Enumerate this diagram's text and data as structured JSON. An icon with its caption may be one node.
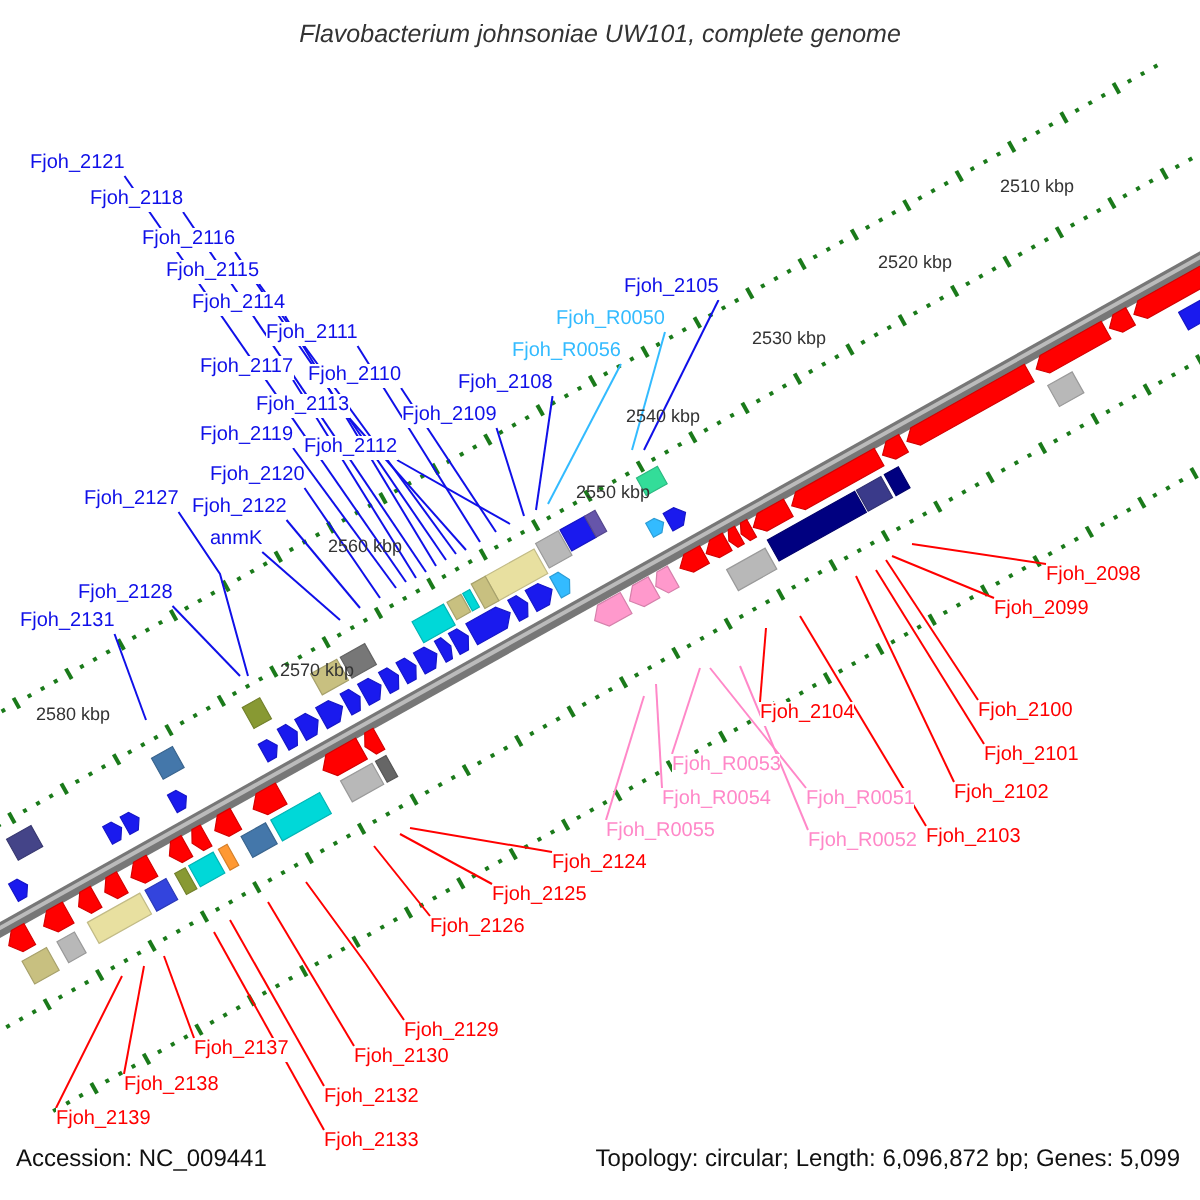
{
  "diagram": {
    "title": "Flavobacterium johnsoniae UW101, complete genome",
    "nodes": [
      {
        "text": [
          "Fjoh_2121"
        ]
      },
      {
        "text": [
          "Fjoh_2118"
        ]
      },
      {
        "text": [
          "Fjoh_2116"
        ]
      },
      {
        "text": [
          "Fjoh_2115"
        ]
      },
      {
        "text": [
          "Fjoh_2114"
        ]
      },
      {
        "text": [
          "Fjoh_2105"
        ]
      },
      {
        "text": [
          "Fjoh_R0050"
        ]
      },
      {
        "text": [
          "Fjoh_2111"
        ]
      },
      {
        "text": [
          "Fjoh_R0056"
        ]
      },
      {
        "text": [
          "Fjoh_2117"
        ]
      },
      {
        "text": [
          "Fjoh_2110"
        ]
      },
      {
        "text": [
          "Fjoh_2108"
        ]
      },
      {
        "text": [
          "Fjoh_2113"
        ]
      },
      {
        "text": [
          "Fjoh_2109"
        ]
      },
      {
        "text": [
          "Fjoh_2119"
        ]
      },
      {
        "text": [
          "Fjoh_2112"
        ]
      },
      {
        "text": [
          "Fjoh_2120"
        ]
      },
      {
        "text": [
          "Fjoh_2127"
        ]
      },
      {
        "text": [
          "Fjoh_2122"
        ]
      },
      {
        "text": [
          "anmK"
        ]
      },
      {
        "text": [
          "Fjoh_2098"
        ]
      },
      {
        "text": [
          "Fjoh_2128"
        ]
      },
      {
        "text": [
          "Fjoh_2099"
        ]
      },
      {
        "text": [
          "Fjoh_2131"
        ]
      },
      {
        "text": [
          "Fjoh_2100"
        ]
      },
      {
        "text": [
          "Fjoh_2104"
        ]
      },
      {
        "text": [
          "Fjoh_2101"
        ]
      },
      {
        "text": [
          "Fjoh_R0053"
        ]
      },
      {
        "text": [
          "Fjoh_2102"
        ]
      },
      {
        "text": [
          "Fjoh_R0054"
        ]
      },
      {
        "text": [
          "Fjoh_R0051"
        ]
      },
      {
        "text": [
          "Fjoh_R0055"
        ]
      },
      {
        "text": [
          "Fjoh_2103"
        ]
      },
      {
        "text": [
          "Fjoh_R0052"
        ]
      },
      {
        "text": [
          "Fjoh_2124"
        ]
      },
      {
        "text": [
          "Fjoh_2125"
        ]
      },
      {
        "text": [
          "Fjoh_2126"
        ]
      },
      {
        "text": [
          "Fjoh_2129"
        ]
      },
      {
        "text": [
          "Fjoh_2137"
        ]
      },
      {
        "text": [
          "Fjoh_2130"
        ]
      },
      {
        "text": [
          "Fjoh_2138"
        ]
      },
      {
        "text": [
          "Fjoh_2132"
        ]
      },
      {
        "text": [
          "Fjoh_2139"
        ]
      },
      {
        "text": [
          "Fjoh_2133"
        ]
      }
    ],
    "edges": [
      {
        "from": 0,
        "to": null,
        "arrow": "none",
        "color": "#1010e8"
      },
      {
        "from": 1,
        "to": null,
        "arrow": "none",
        "color": "#1010e8"
      },
      {
        "from": 2,
        "to": null,
        "arrow": "none",
        "color": "#1010e8"
      },
      {
        "from": 3,
        "to": null,
        "arrow": "none",
        "color": "#1010e8"
      },
      {
        "from": 4,
        "to": null,
        "arrow": "none",
        "color": "#1010e8"
      },
      {
        "from": 5,
        "to": null,
        "arrow": "none",
        "color": "#1010e8"
      },
      {
        "from": 6,
        "to": null,
        "arrow": "none",
        "color": "#33bbff"
      },
      {
        "from": 7,
        "to": null,
        "arrow": "none",
        "color": "#1010e8"
      },
      {
        "from": 8,
        "to": null,
        "arrow": "none",
        "color": "#33bbff"
      },
      {
        "from": 9,
        "to": null,
        "arrow": "none",
        "color": "#1010e8"
      },
      {
        "from": 10,
        "to": null,
        "arrow": "none",
        "color": "#1010e8"
      },
      {
        "from": 11,
        "to": null,
        "arrow": "none",
        "color": "#1010e8"
      },
      {
        "from": 12,
        "to": null,
        "arrow": "none",
        "color": "#1010e8"
      },
      {
        "from": 13,
        "to": null,
        "arrow": "none",
        "color": "#1010e8"
      },
      {
        "from": 14,
        "to": null,
        "arrow": "none",
        "color": "#1010e8"
      },
      {
        "from": 15,
        "to": null,
        "arrow": "none",
        "color": "#1010e8"
      },
      {
        "from": 16,
        "to": null,
        "arrow": "none",
        "color": "#1010e8"
      },
      {
        "from": 17,
        "to": null,
        "arrow": "none",
        "color": "#1010e8"
      },
      {
        "from": 18,
        "to": null,
        "arrow": "none",
        "color": "#1010e8"
      },
      {
        "from": 19,
        "to": null,
        "arrow": "none",
        "color": "#1010e8"
      },
      {
        "from": 20,
        "to": null,
        "arrow": "none",
        "color": "#ff0000"
      },
      {
        "from": 21,
        "to": null,
        "arrow": "none",
        "color": "#1010e8"
      },
      {
        "from": 22,
        "to": null,
        "arrow": "none",
        "color": "#ff0000"
      },
      {
        "from": 23,
        "to": null,
        "arrow": "none",
        "color": "#1010e8"
      },
      {
        "from": 24,
        "to": null,
        "arrow": "none",
        "color": "#ff0000"
      },
      {
        "from": 25,
        "to": null,
        "arrow": "none",
        "color": "#ff0000"
      },
      {
        "from": 26,
        "to": null,
        "arrow": "none",
        "color": "#ff0000"
      },
      {
        "from": 27,
        "to": null,
        "arrow": "none",
        "color": "#ff88c8"
      },
      {
        "from": 28,
        "to": null,
        "arrow": "none",
        "color": "#ff0000"
      },
      {
        "from": 29,
        "to": null,
        "arrow": "none",
        "color": "#ff88c8"
      },
      {
        "from": 30,
        "to": null,
        "arrow": "none",
        "color": "#ff88c8"
      },
      {
        "from": 31,
        "to": null,
        "arrow": "none",
        "color": "#ff88c8"
      },
      {
        "from": 32,
        "to": null,
        "arrow": "none",
        "color": "#ff0000"
      },
      {
        "from": 33,
        "to": null,
        "arrow": "none",
        "color": "#ff88c8"
      },
      {
        "from": 34,
        "to": null,
        "arrow": "none",
        "color": "#ff0000"
      },
      {
        "from": 35,
        "to": null,
        "arrow": "none",
        "color": "#ff0000"
      },
      {
        "from": 36,
        "to": null,
        "arrow": "none",
        "color": "#ff0000"
      },
      {
        "from": 37,
        "to": null,
        "arrow": "none",
        "color": "#ff0000"
      },
      {
        "from": 38,
        "to": null,
        "arrow": "none",
        "color": "#ff0000"
      },
      {
        "from": 39,
        "to": null,
        "arrow": "none",
        "color": "#ff0000"
      },
      {
        "from": 40,
        "to": null,
        "arrow": "none",
        "color": "#ff0000"
      },
      {
        "from": 41,
        "to": null,
        "arrow": "none",
        "color": "#ff0000"
      },
      {
        "from": 42,
        "to": null,
        "arrow": "none",
        "color": "#ff0000"
      },
      {
        "from": 43,
        "to": null,
        "arrow": "none",
        "color": "#ff0000"
      }
    ],
    "labels": [
      "2510 kbp",
      "2520 kbp",
      "2530 kbp",
      "2540 kbp",
      "2550 kbp",
      "2560 kbp",
      "2570 kbp",
      "2580 kbp",
      "Accession: NC_009441",
      "Topology: circular; Length: 6,096,872 bp; Genes: 5,099"
    ]
  }
}
